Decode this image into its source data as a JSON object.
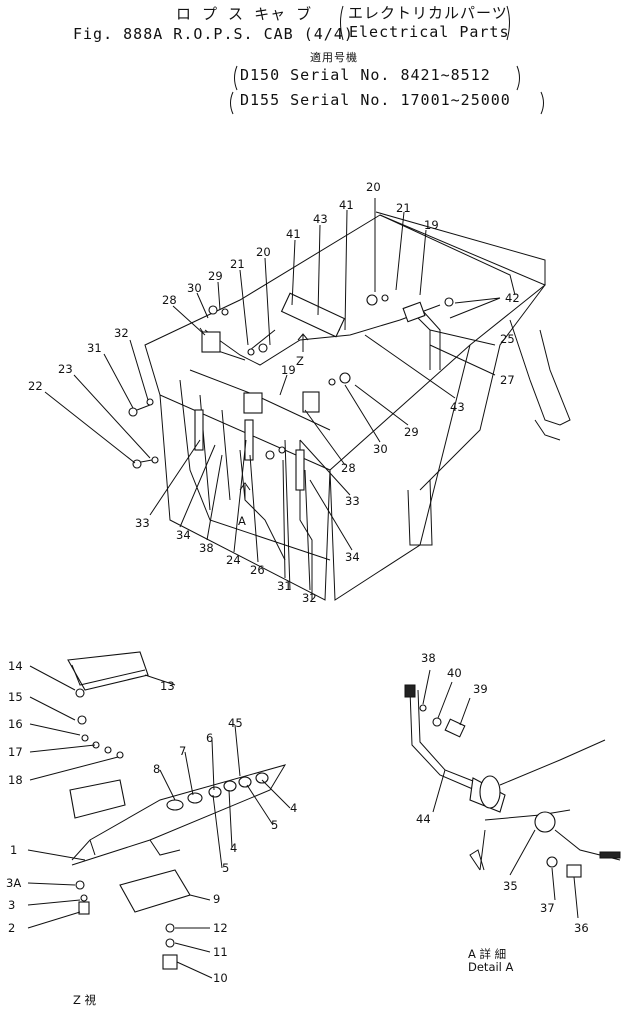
{
  "header": {
    "title_jp": "ロ プ ス キャ ブ",
    "title": "Fig. 888A R.O.P.S. CAB (4/4)",
    "subtitle_jp": "エレクトリカルパーツ",
    "subtitle": "Electrical Parts",
    "applicability_jp": "適用号機",
    "serial_1": "D150 Serial No. 8421~8512",
    "serial_2": "D155 Serial No. 17001~25000"
  },
  "views": {
    "z_jp": "Z 視",
    "z_en": "View Z",
    "detail_jp": "A 詳 細",
    "detail_en": "Detail A"
  },
  "arrow_letters": {
    "z": "Z",
    "a": "A"
  },
  "callouts": [
    {
      "id": "c-top-20a",
      "label": "20"
    },
    {
      "id": "c-top-21a",
      "label": "21"
    },
    {
      "id": "c-top-19a",
      "label": "19"
    },
    {
      "id": "c-top-41a",
      "label": "41"
    },
    {
      "id": "c-top-43a",
      "label": "43"
    },
    {
      "id": "c-top-41b",
      "label": "41"
    },
    {
      "id": "c-top-20b",
      "label": "20"
    },
    {
      "id": "c-top-21b",
      "label": "21"
    },
    {
      "id": "c-top-29a",
      "label": "29"
    },
    {
      "id": "c-top-30a",
      "label": "30"
    },
    {
      "id": "c-top-28a",
      "label": "28"
    },
    {
      "id": "c-top-32a",
      "label": "32"
    },
    {
      "id": "c-top-31a",
      "label": "31"
    },
    {
      "id": "c-top-23",
      "label": "23"
    },
    {
      "id": "c-top-22",
      "label": "22"
    },
    {
      "id": "c-top-42",
      "label": "42"
    },
    {
      "id": "c-top-25",
      "label": "25"
    },
    {
      "id": "c-top-27",
      "label": "27"
    },
    {
      "id": "c-top-19b",
      "label": "19"
    },
    {
      "id": "c-top-43b",
      "label": "43"
    },
    {
      "id": "c-top-29b",
      "label": "29"
    },
    {
      "id": "c-top-30b",
      "label": "30"
    },
    {
      "id": "c-top-28b",
      "label": "28"
    },
    {
      "id": "c-top-33a",
      "label": "33"
    },
    {
      "id": "c-top-33b",
      "label": "33"
    },
    {
      "id": "c-top-34a",
      "label": "34"
    },
    {
      "id": "c-top-34b",
      "label": "34"
    },
    {
      "id": "c-top-38",
      "label": "38"
    },
    {
      "id": "c-top-24",
      "label": "24"
    },
    {
      "id": "c-top-26",
      "label": "26"
    },
    {
      "id": "c-top-31b",
      "label": "31"
    },
    {
      "id": "c-top-32b",
      "label": "32"
    },
    {
      "id": "c-z-14",
      "label": "14"
    },
    {
      "id": "c-z-13",
      "label": "13"
    },
    {
      "id": "c-z-15",
      "label": "15"
    },
    {
      "id": "c-z-16",
      "label": "16"
    },
    {
      "id": "c-z-17",
      "label": "17"
    },
    {
      "id": "c-z-18",
      "label": "18"
    },
    {
      "id": "c-z-45",
      "label": "45"
    },
    {
      "id": "c-z-6",
      "label": "6"
    },
    {
      "id": "c-z-7",
      "label": "7"
    },
    {
      "id": "c-z-8",
      "label": "8"
    },
    {
      "id": "c-z-4a",
      "label": "4"
    },
    {
      "id": "c-z-5a",
      "label": "5"
    },
    {
      "id": "c-z-4b",
      "label": "4"
    },
    {
      "id": "c-z-5b",
      "label": "5"
    },
    {
      "id": "c-z-1",
      "label": "1"
    },
    {
      "id": "c-z-3A",
      "label": "3A"
    },
    {
      "id": "c-z-3",
      "label": "3"
    },
    {
      "id": "c-z-2",
      "label": "2"
    },
    {
      "id": "c-z-9",
      "label": "9"
    },
    {
      "id": "c-z-12",
      "label": "12"
    },
    {
      "id": "c-z-11",
      "label": "11"
    },
    {
      "id": "c-z-10",
      "label": "10"
    },
    {
      "id": "c-a-38",
      "label": "38"
    },
    {
      "id": "c-a-40",
      "label": "40"
    },
    {
      "id": "c-a-39",
      "label": "39"
    },
    {
      "id": "c-a-44",
      "label": "44"
    },
    {
      "id": "c-a-35",
      "label": "35"
    },
    {
      "id": "c-a-37",
      "label": "37"
    },
    {
      "id": "c-a-36",
      "label": "36"
    }
  ]
}
